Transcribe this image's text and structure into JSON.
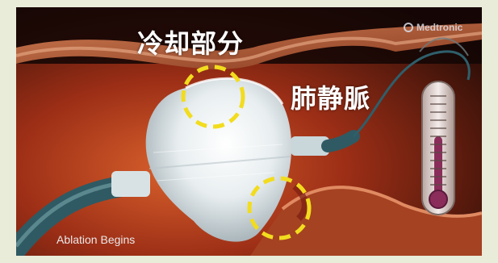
{
  "labels": {
    "cooling_part": "冷却部分",
    "pulmonary_vein": "肺静脈"
  },
  "caption": "Ablation Begins",
  "brand": "Medtronic",
  "colors": {
    "highlight_circle": "#f2dc1e",
    "annotation_text": "#ffffff",
    "page_border": "#e9ecd9"
  }
}
